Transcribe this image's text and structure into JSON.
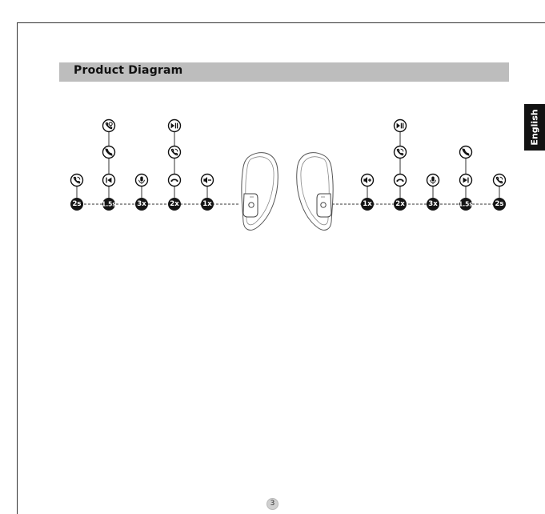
{
  "page": {
    "section_title": "Product Diagram",
    "language_tab": "English",
    "page_number": "3"
  },
  "left_earbud": {
    "presses": [
      "2s",
      "1.5s",
      "3x",
      "2x",
      "1x"
    ],
    "icons": [
      [
        "answer-call-icon"
      ],
      [
        "previous-track-icon",
        "reject-call-icon",
        "redial-icon"
      ],
      [
        "voice-assistant-icon"
      ],
      [
        "end-call-icon",
        "answer-call-icon",
        "play-pause-icon"
      ],
      [
        "volume-down-icon"
      ]
    ]
  },
  "right_earbud": {
    "presses": [
      "1x",
      "2x",
      "3x",
      "1.5s",
      "2s"
    ],
    "icons": [
      [
        "volume-up-icon"
      ],
      [
        "end-call-icon",
        "answer-call-icon",
        "play-pause-icon"
      ],
      [
        "voice-assistant-icon"
      ],
      [
        "next-track-icon",
        "reject-call-icon"
      ],
      [
        "answer-call-icon"
      ]
    ]
  }
}
